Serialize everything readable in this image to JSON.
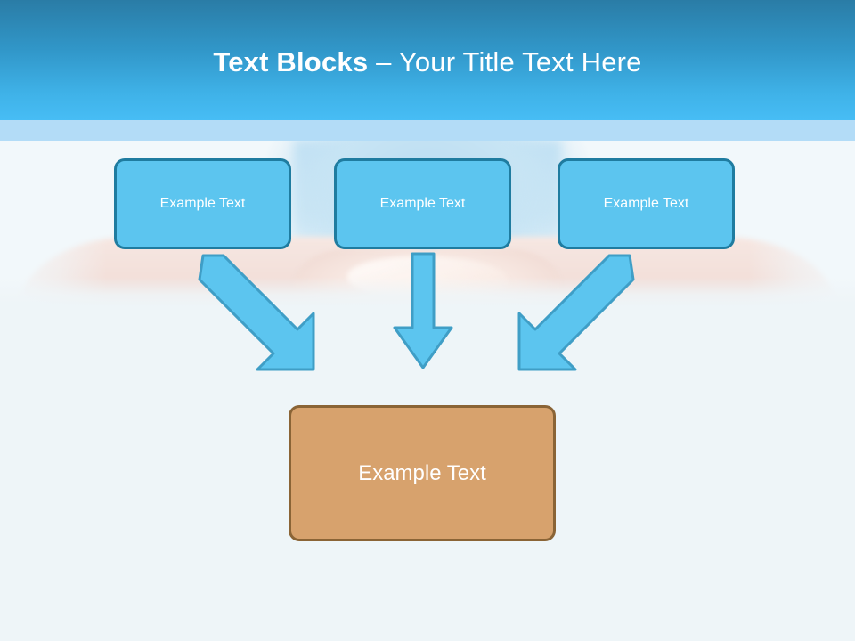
{
  "slide": {
    "title_bold": "Text Blocks",
    "title_separator": " – ",
    "title_light": "Your Title Text Here",
    "title_full": "Text Blocks – Your Title Text Here"
  },
  "theme": {
    "header_gradient_top": "#2a7ca6",
    "header_gradient_bottom": "#47bdf5",
    "subheader_band": "#b3dcf7",
    "page_background": "#eef5f8",
    "photo_background": "#f2f8fb",
    "box_blue_fill": "#5cc5ef",
    "box_blue_border": "#1f7ca0",
    "box_brown_fill": "#d7a26d",
    "box_brown_border": "#8a6436",
    "arrow_fill": "#5cc5ef",
    "arrow_border": "#3f9ec6",
    "text_on_shape": "#ffffff",
    "title_color": "#ffffff"
  },
  "top_boxes": [
    {
      "label": "Example Text"
    },
    {
      "label": "Example Text"
    },
    {
      "label": "Example Text"
    }
  ],
  "bottom_box": {
    "label": "Example Text"
  },
  "arrows": [
    {
      "name": "arrow-down-right",
      "direction": "down-right",
      "from": "box-1",
      "to": "bottom-box"
    },
    {
      "name": "arrow-down",
      "direction": "down",
      "from": "box-2",
      "to": "bottom-box"
    },
    {
      "name": "arrow-down-left",
      "direction": "down-left",
      "from": "box-3",
      "to": "bottom-box"
    }
  ],
  "background_photo": {
    "description": "faded photograph of a person in blue scrubs with hands folded"
  }
}
